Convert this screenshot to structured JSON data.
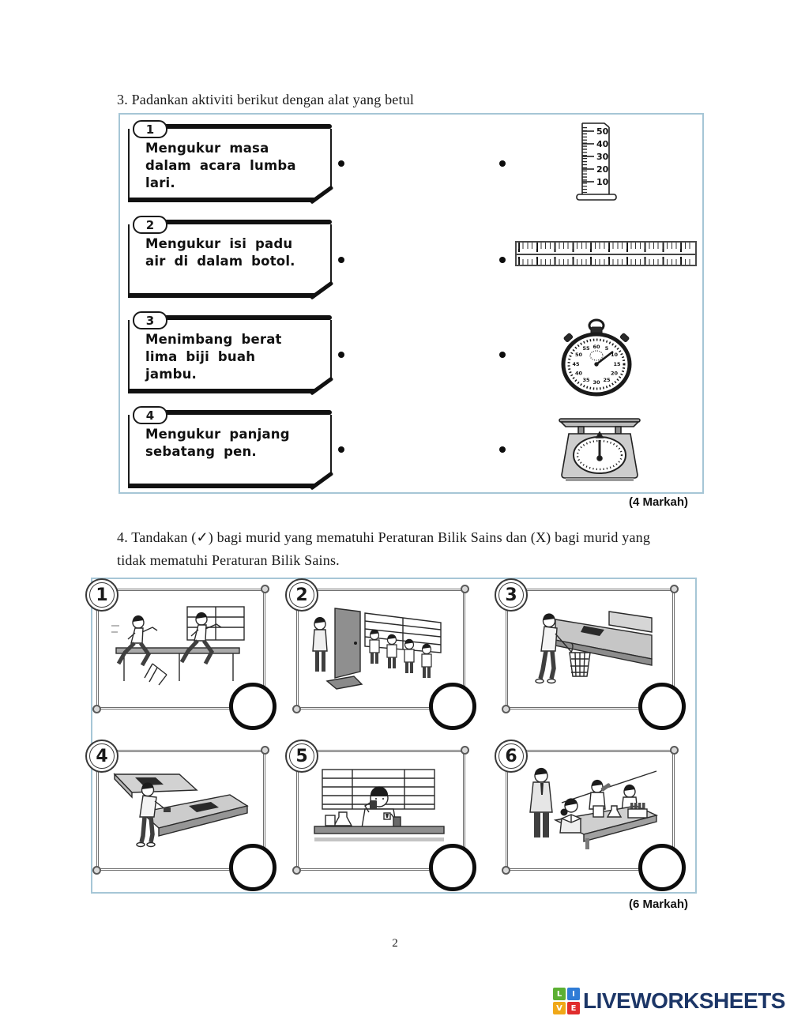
{
  "page": {
    "number": "2"
  },
  "q3": {
    "title": "3. Padankan aktiviti berikut dengan alat yang betul",
    "marks": "(4 Markah)",
    "activities": [
      {
        "num": "1",
        "lines": [
          "Mengukur masa",
          "dalam acara lumba",
          "lari."
        ]
      },
      {
        "num": "2",
        "lines": [
          "Mengukur isi padu",
          "air di dalam botol."
        ]
      },
      {
        "num": "3",
        "lines": [
          "Menimbang berat",
          "lima biji buah",
          "jambu."
        ]
      },
      {
        "num": "4",
        "lines": [
          "Mengukur panjang",
          "sebatang pen."
        ]
      }
    ],
    "tools": [
      {
        "name": "measuring-cylinder",
        "scale_labels": [
          "50",
          "40",
          "30",
          "20",
          "10"
        ]
      },
      {
        "name": "ruler"
      },
      {
        "name": "stopwatch",
        "dial_labels": [
          "60",
          "5",
          "10",
          "15",
          "20",
          "25",
          "30",
          "35",
          "40",
          "45",
          "50",
          "55"
        ]
      },
      {
        "name": "weighing-scale"
      }
    ]
  },
  "q4": {
    "title_lines": [
      "4. Tandakan (✓) bagi murid yang mematuhi Peraturan Bilik Sains dan (X) bagi murid yang",
      "tidak mematuhi Peraturan Bilik Sains."
    ],
    "marks": "(6 Markah)",
    "panels": [
      {
        "num": "1",
        "scene": "pupils-running-in-lab"
      },
      {
        "num": "2",
        "scene": "pupils-queuing-at-door"
      },
      {
        "num": "3",
        "scene": "pupil-throwing-rubbish-into-basket"
      },
      {
        "num": "4",
        "scene": "pupil-cleaning-bench"
      },
      {
        "num": "5",
        "scene": "pupil-drinking-in-lab"
      },
      {
        "num": "6",
        "scene": "teacher-guiding-pupils-experiment"
      }
    ]
  },
  "footer": {
    "brand": "LIVEWORKSHEETS",
    "logo_tiles": [
      {
        "letter": "L",
        "color": "#5cb033"
      },
      {
        "letter": "I",
        "color": "#2f7cd6"
      },
      {
        "letter": "V",
        "color": "#f0a818"
      },
      {
        "letter": "E",
        "color": "#e02d2d"
      }
    ]
  }
}
